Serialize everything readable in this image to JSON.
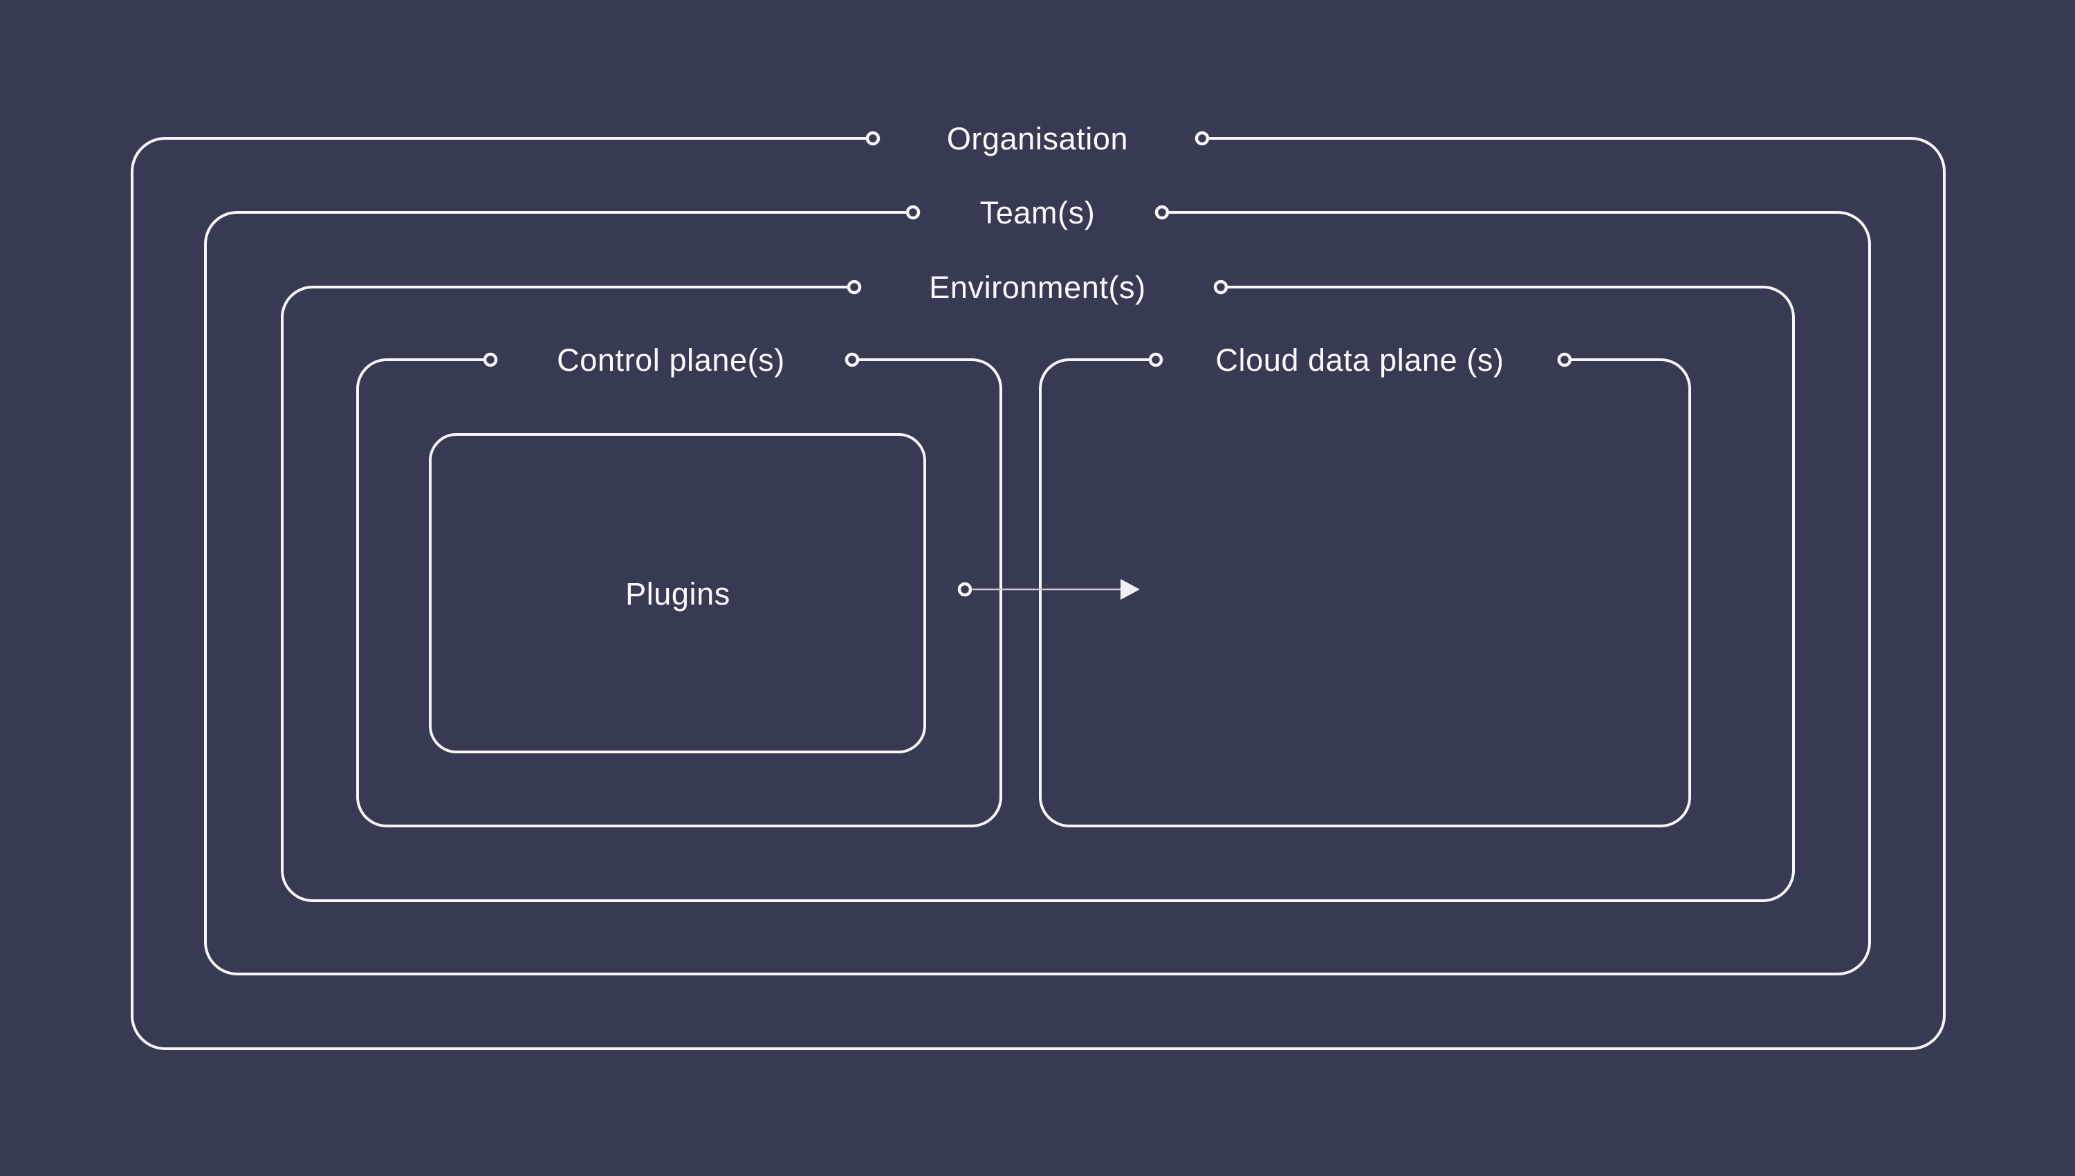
{
  "diagram": {
    "background_color": "#363a52",
    "line_color": "#f5f6f8",
    "arrow_color": "#c7c8d2",
    "text_color": "#fafafc",
    "labels": {
      "organisation": "Organisation",
      "teams": "Team(s)",
      "environments": "Environment(s)",
      "control_plane": "Control plane(s)",
      "cloud_data_plane": "Cloud data plane (s)",
      "plugins": "Plugins"
    },
    "nesting_order": [
      "Organisation",
      "Team(s)",
      "Environment(s)",
      "Control plane(s) | Cloud data plane (s)",
      "Plugins"
    ],
    "arrow": {
      "from": "Control plane(s)",
      "to": "Cloud data plane (s)"
    }
  }
}
